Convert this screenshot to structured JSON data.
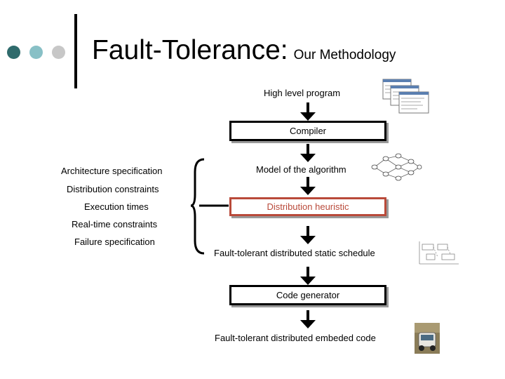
{
  "colors": {
    "dot_dark": "#2f6b6c",
    "dot_mid": "#88c0c6",
    "dot_light": "#c7c7c7",
    "heuristic": "#b94a3a"
  },
  "title": {
    "main": "Fault-Tolerance:",
    "sub": "Our Methodology"
  },
  "flow": {
    "high_level_program": "High level program",
    "compiler": "Compiler",
    "model": "Model of the algorithm",
    "heuristic": "Distribution heuristic",
    "schedule": "Fault-tolerant distributed static schedule",
    "code_generator": "Code generator",
    "embedded_code": "Fault-tolerant distributed embeded code"
  },
  "inputs": [
    "Architecture specification",
    "Distribution constraints",
    "Execution times",
    "Real-time constraints",
    "Failure specification"
  ],
  "icons": {
    "program": "program-windows-icon",
    "graph": "algorithm-graph-icon",
    "schedule": "schedule-chart-icon",
    "vehicle": "vehicle-photo-icon"
  }
}
